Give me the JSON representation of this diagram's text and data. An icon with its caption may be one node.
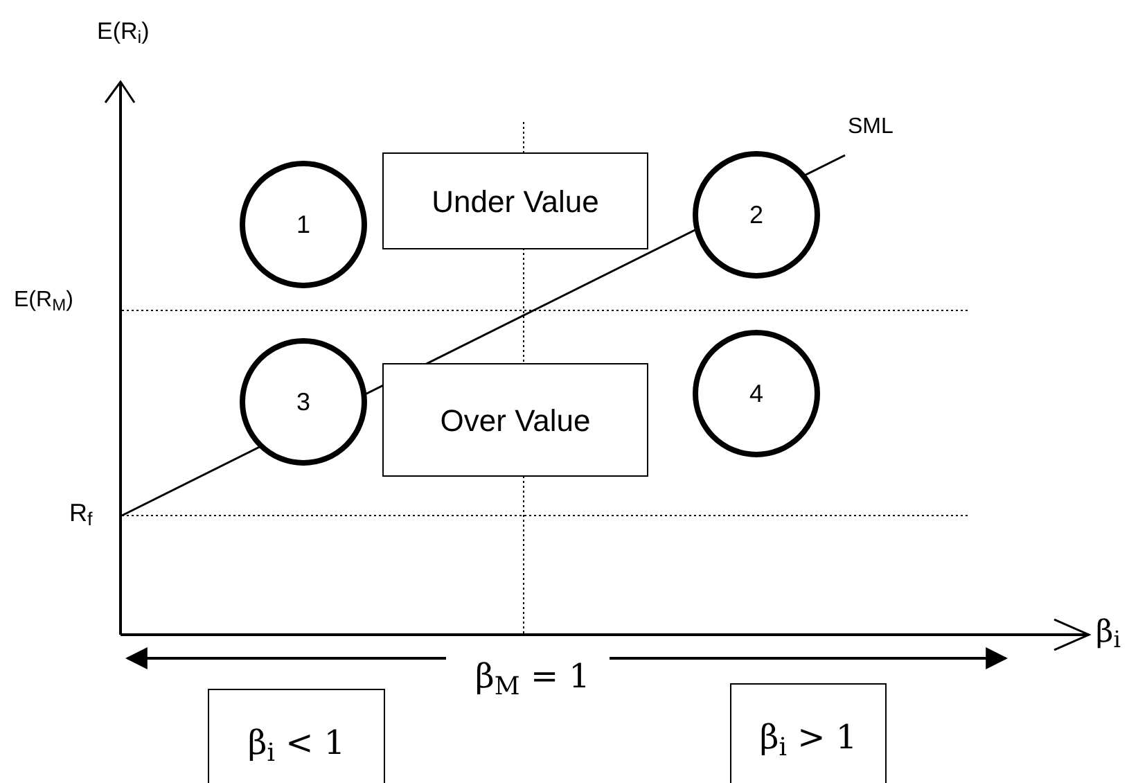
{
  "diagram": {
    "nodes": [
      {
        "text": [
          "1"
        ]
      },
      {
        "text": [
          "Under Value"
        ]
      },
      {
        "text": [
          "2"
        ]
      },
      {
        "text": [
          "3"
        ]
      },
      {
        "text": [
          "Over Value"
        ]
      },
      {
        "text": [
          "4"
        ]
      },
      {
        "text": [
          "β$_{i}$ < 1"
        ]
      },
      {
        "text": [
          "β$_{i}$ > 1"
        ]
      }
    ],
    "edges": [],
    "labels": [
      "E(R$_{i}$)",
      "SML",
      "E(R$_{M}$)",
      "R$_{f}$",
      "β$_{i}$",
      "β$_{M}$ = 1"
    ]
  }
}
